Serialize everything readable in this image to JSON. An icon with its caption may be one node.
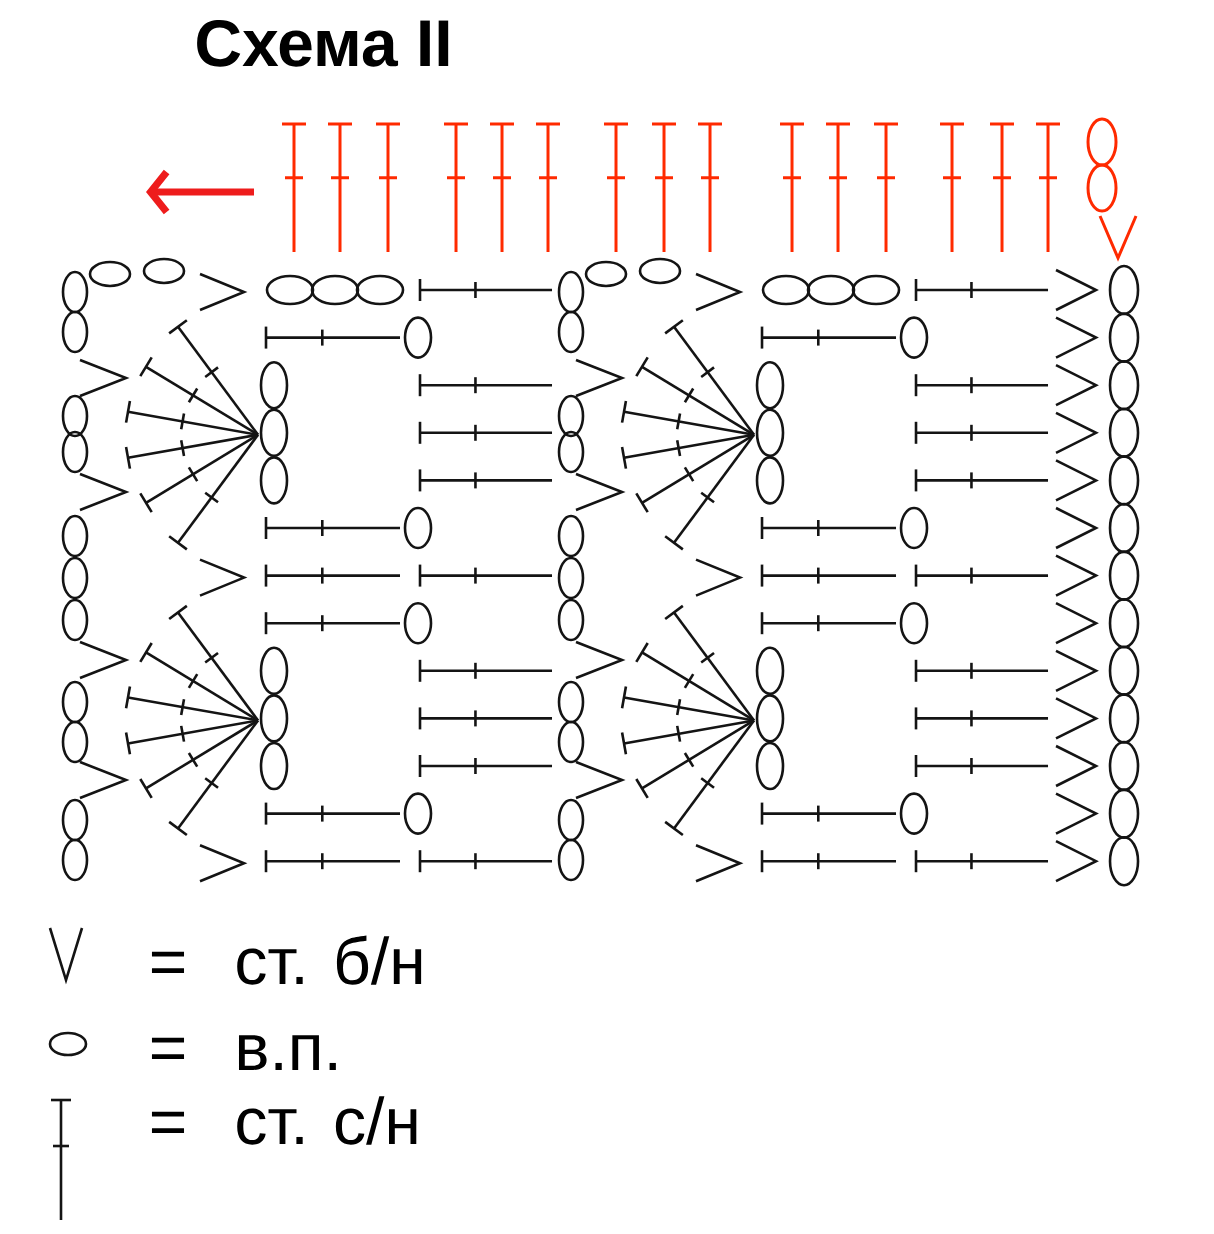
{
  "diagram": {
    "title": "Схема II",
    "labels": [
      "=",
      "=",
      "="
    ],
    "legend": [
      {
        "text": "ст. б/н"
      },
      {
        "text": "в.п."
      },
      {
        "text": "ст. с/н"
      }
    ]
  }
}
